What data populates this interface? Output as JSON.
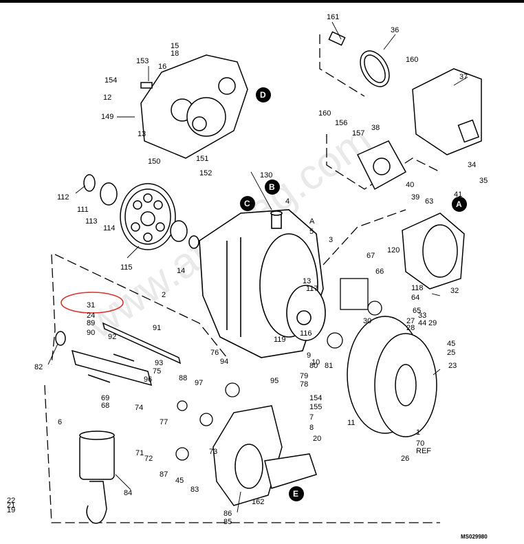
{
  "diagram": {
    "watermark": "www.atpmag.com",
    "doc_number": "MS029980",
    "callout_letters": [
      "A",
      "B",
      "C",
      "D",
      "E"
    ],
    "highlight_color": "#e0302a",
    "part_numbers": [
      "161",
      "36",
      "160",
      "37",
      "153",
      "15",
      "18",
      "154",
      "16",
      "12",
      "149",
      "13",
      "150",
      "151",
      "152",
      "160",
      "156",
      "157",
      "38",
      "34",
      "35",
      "40",
      "41",
      "39",
      "112",
      "111",
      "113",
      "114",
      "115",
      "130",
      "4",
      "63",
      "A",
      "5",
      "3",
      "13",
      "14",
      "2",
      "117",
      "116",
      "119",
      "120",
      "118",
      "64",
      "65",
      "66",
      "67",
      "32",
      "33",
      "44",
      "27",
      "28",
      "29",
      "30",
      "45",
      "25",
      "23",
      "31",
      "24",
      "89",
      "90",
      "91",
      "92",
      "93",
      "75",
      "76",
      "94",
      "95",
      "96",
      "88",
      "97",
      "81",
      "82",
      "69",
      "68",
      "74",
      "77",
      "79",
      "78",
      "80",
      "154",
      "155",
      "7",
      "8",
      "9",
      "10",
      "11",
      "6",
      "1",
      "70",
      "REF",
      "26",
      "71",
      "72",
      "73",
      "87",
      "45",
      "83",
      "84",
      "86",
      "85",
      "162",
      "20",
      "22",
      "21",
      "19"
    ]
  }
}
